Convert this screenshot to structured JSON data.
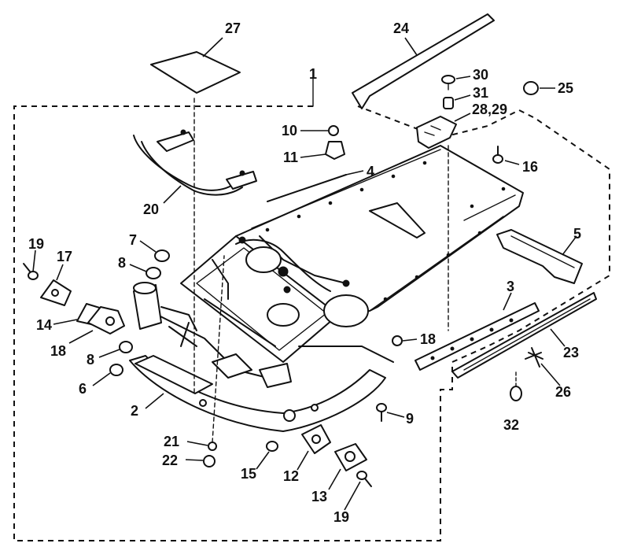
{
  "diagram": {
    "labels": {
      "p1": "1",
      "p2": "2",
      "p3": "3",
      "p4": "4",
      "p5": "5",
      "p6": "6",
      "p7": "7",
      "p8a": "8",
      "p8b": "8",
      "p9": "9",
      "p10": "10",
      "p11": "11",
      "p12": "12",
      "p13": "13",
      "p14": "14",
      "p15": "15",
      "p16": "16",
      "p17": "17",
      "p18a": "18",
      "p18b": "18",
      "p19a": "19",
      "p19b": "19",
      "p20": "20",
      "p21": "21",
      "p22": "22",
      "p23": "23",
      "p24": "24",
      "p25": "25",
      "p26": "26",
      "p27": "27",
      "p2829": "28,29",
      "p30": "30",
      "p31": "31",
      "p32": "32"
    }
  }
}
